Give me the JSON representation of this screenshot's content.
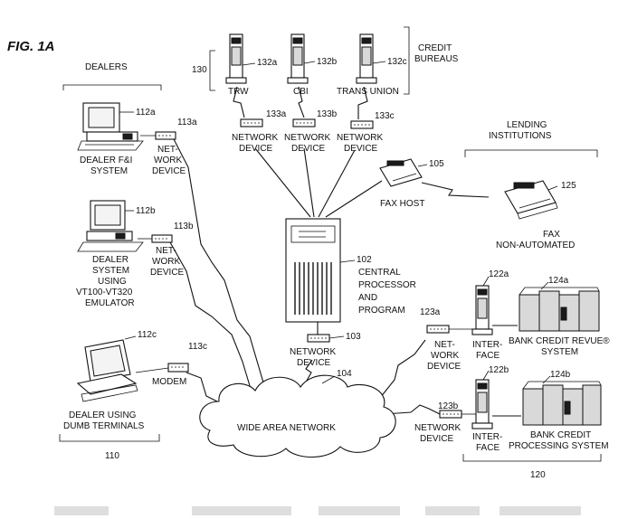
{
  "figure_label": "FIG. 1A",
  "dealers": {
    "header": "DEALERS",
    "group_ref": "110",
    "f_and_i": {
      "ref": "112a",
      "label1": "DEALER F&I",
      "label2": "SYSTEM",
      "device_ref": "113a",
      "device_label1": "NET-",
      "device_label2": "WORK",
      "device_label3": "DEVICE"
    },
    "emulator": {
      "ref": "112b",
      "label1": "DEALER",
      "label2": "SYSTEM",
      "label3": "USING",
      "label4": "VT100-VT320",
      "label5": "EMULATOR",
      "device_ref": "113b",
      "device_label1": "NET-",
      "device_label2": "WORK",
      "device_label3": "DEVICE"
    },
    "dumb": {
      "ref": "112c",
      "label1": "DEALER USING",
      "label2": "DUMB TERMINALS",
      "device_ref": "113c",
      "device_label1": "MODEM"
    }
  },
  "credit_bureaus": {
    "group_ref": "130",
    "label1": "CREDIT",
    "label2": "BUREAUS",
    "items": [
      {
        "ref": "132a",
        "name": "TRW",
        "device_ref": "133a",
        "device_label1": "NETWORK",
        "device_label2": "DEVICE"
      },
      {
        "ref": "132b",
        "name": "CBI",
        "device_ref": "133b",
        "device_label1": "NETWORK",
        "device_label2": "DEVICE"
      },
      {
        "ref": "132c",
        "name": "TRANS UNION",
        "device_ref": "133c",
        "device_label1": "NETWORK",
        "device_label2": "DEVICE"
      }
    ]
  },
  "lending": {
    "label1": "LENDING",
    "label2": "INSTITUTIONS",
    "fax_ref": "125",
    "fax_label1": "FAX",
    "fax_label2": "NON-AUTOMATED"
  },
  "fax_host": {
    "ref": "105",
    "label": "FAX HOST"
  },
  "central": {
    "ref": "102",
    "label1": "CENTRAL",
    "label2": "PROCESSOR",
    "label3": "AND",
    "label4": "PROGRAM",
    "device_ref": "103",
    "device_label1": "NETWORK",
    "device_label2": "DEVICE"
  },
  "wan": {
    "ref": "104",
    "label": "WIDE AREA NETWORK"
  },
  "banks": {
    "group_ref": "120",
    "revue": {
      "interface_ref": "122a",
      "system_ref": "124a",
      "device_ref": "123a",
      "device_label1": "NET-",
      "device_label2": "WORK",
      "device_label3": "DEVICE",
      "interface_label1": "INTER-",
      "interface_label2": "FACE",
      "system_label1": "BANK CREDIT REVUE®",
      "system_label2": "SYSTEM"
    },
    "processing": {
      "interface_ref": "122b",
      "system_ref": "124b",
      "device_ref": "123b",
      "device_label1": "NETWORK",
      "device_label2": "DEVICE",
      "interface_label1": "INTER-",
      "interface_label2": "FACE",
      "system_label1": "BANK CREDIT",
      "system_label2": "PROCESSING SYSTEM"
    }
  }
}
